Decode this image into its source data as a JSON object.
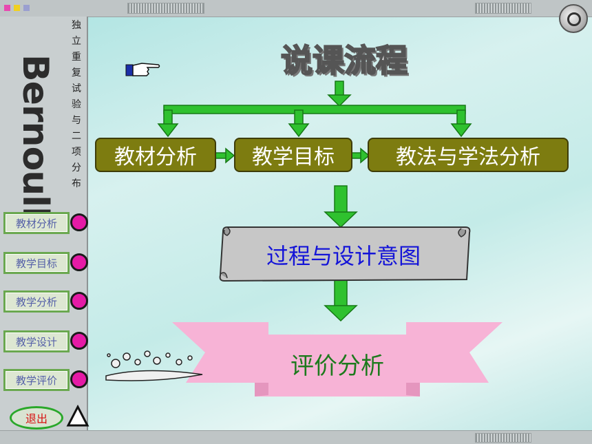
{
  "slide": {
    "title": "说课流程",
    "brand": "Bernoulli",
    "vertical_title": [
      "独",
      "立",
      "重",
      "复",
      "试",
      "验",
      "与",
      "二",
      "项",
      "分",
      "布"
    ]
  },
  "flow": {
    "box1": "教材分析",
    "box2": "教学目标",
    "box3": "教法与学法分析",
    "scroll_box": "过程与设计意图",
    "ribbon_box": "评价分析"
  },
  "nav": {
    "items": [
      {
        "label": "教材分析"
      },
      {
        "label": "教学目标"
      },
      {
        "label": "教学分析"
      },
      {
        "label": "教学设计"
      },
      {
        "label": "教学评价"
      }
    ],
    "exit_label": "退出"
  },
  "icons": {
    "pointer": "pointing-hand-icon",
    "power": "power-button-icon",
    "splash": "splash-icon",
    "triangle": "triangle-icon"
  },
  "colors": {
    "box_fill": "#7d7c10",
    "arrow_green": "#2fc12f",
    "nav_dot": "#e51aa6",
    "ribbon_pink": "#f7b3d6",
    "scroll_text": "#1414d8",
    "ribbon_text": "#1d7a1d"
  }
}
